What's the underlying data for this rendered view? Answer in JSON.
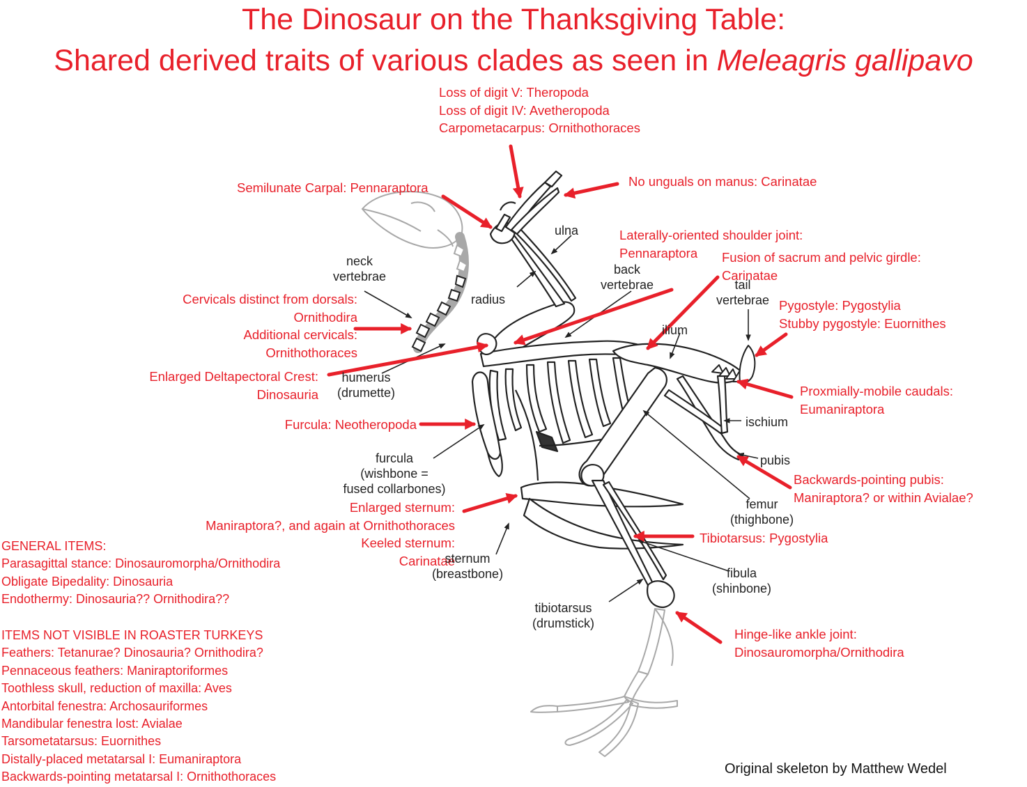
{
  "title": {
    "line1": "The Dinosaur on the Thanksgiving Table:",
    "line2_prefix": "Shared derived traits of various clades as seen in ",
    "line2_species": "Meleagris gallipavo"
  },
  "annotations": {
    "wing_digits": [
      "Loss of digit V: Theropoda",
      "Loss of digit IV: Avetheropoda",
      "Carpometacarpus: Ornithothoraces"
    ],
    "no_unguals": [
      "No unguals on manus: Carinatae"
    ],
    "semilunate": [
      "Semilunate Carpal: Pennaraptora"
    ],
    "shoulder": [
      "Laterally-oriented shoulder joint:",
      "Pennaraptora"
    ],
    "sacrum": [
      "Fusion of sacrum and pelvic girdle:",
      "Carinatae"
    ],
    "pygostyle": [
      "Pygostyle: Pygostylia",
      "Stubby pygostyle: Euornithes"
    ],
    "cervicals": [
      "Cervicals distinct from dorsals:",
      "Ornithodira",
      "Additional cervicals:",
      "Ornithothoraces"
    ],
    "deltapectoral": [
      "Enlarged Deltapectoral Crest:",
      "Dinosauria"
    ],
    "caudals": [
      "Proxmially-mobile caudals:",
      "Eumaniraptora"
    ],
    "furcula": [
      "Furcula: Neotheropoda"
    ],
    "pubis": [
      "Backwards-pointing pubis:",
      "Maniraptora? or within Avialae?"
    ],
    "sternum": [
      "Enlarged sternum:",
      "Maniraptora?, and again at Ornithothoraces",
      "Keeled sternum:",
      "Carinatae"
    ],
    "tibiotarsus": [
      "Tibiotarsus: Pygostylia"
    ],
    "ankle": [
      "Hinge-like ankle joint:",
      "Dinosauromorpha/Ornithodira"
    ]
  },
  "bone_labels": {
    "ulna": [
      "ulna"
    ],
    "neck": [
      "neck",
      "vertebrae"
    ],
    "radius": [
      "radius"
    ],
    "back": [
      "back",
      "vertebrae"
    ],
    "ilium": [
      "ilium"
    ],
    "tail": [
      "tail",
      "vertebrae"
    ],
    "humerus": [
      "humerus",
      "(drumette)"
    ],
    "ischium": [
      "ischium"
    ],
    "pubis": [
      "pubis"
    ],
    "furcula": [
      "furcula",
      "(wishbone =",
      "fused collarbones)"
    ],
    "femur": [
      "femur",
      "(thighbone)"
    ],
    "sternum": [
      "sternum",
      "(breastbone)"
    ],
    "fibula": [
      "fibula",
      "(shinbone)"
    ],
    "tibiotarsus": [
      "tibiotarsus",
      "(drumstick)"
    ]
  },
  "general_items": {
    "heading": "GENERAL ITEMS:",
    "items": [
      "Parasagittal stance: Dinosauromorpha/Ornithodira",
      "Obligate Bipedality: Dinosauria",
      "Endothermy: Dinosauria?? Ornithodira??"
    ]
  },
  "not_visible_items": {
    "heading": "ITEMS NOT VISIBLE IN ROASTER TURKEYS",
    "items": [
      "Feathers: Tetanurae? Dinosauria? Ornithodira?",
      "Pennaceous feathers: Maniraptoriformes",
      "Toothless skull, reduction of maxilla: Aves",
      "Antorbital fenestra: Archosauriformes",
      "Mandibular fenestra lost: Avialae",
      "Tarsometatarsus: Euornithes",
      "Distally-placed metatarsal I: Eumaniraptora",
      "Backwards-pointing metatarsal I: Ornithothoraces"
    ]
  },
  "credit": "Original skeleton by Matthew Wedel",
  "colors": {
    "accent_red": "#e8202a",
    "bone_ink": "#222222",
    "faded_bone": "#a8a8a8"
  }
}
